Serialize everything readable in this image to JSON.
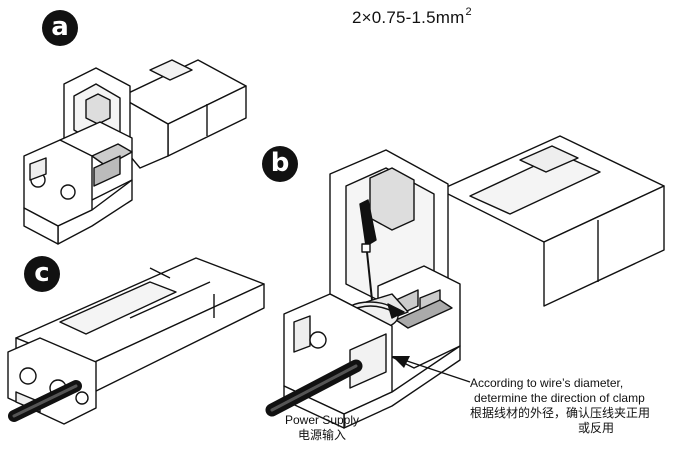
{
  "steps": {
    "a": "a",
    "b": "b",
    "c": "c"
  },
  "wire_spec": {
    "text": "2×0.75-1.5mm",
    "exponent": "2"
  },
  "callout": {
    "en_line1": "According to wire’s diameter,",
    "en_line2": "determine the direction of clamp",
    "zh_line1": "根据线材的外径，确认压线夹正用",
    "zh_line2": "或反用"
  },
  "power_supply": {
    "en": "Power Supply",
    "zh": "电源输入"
  },
  "colors": {
    "ink": "#111111",
    "paper": "#ffffff",
    "shade": "#e8e8e8"
  }
}
